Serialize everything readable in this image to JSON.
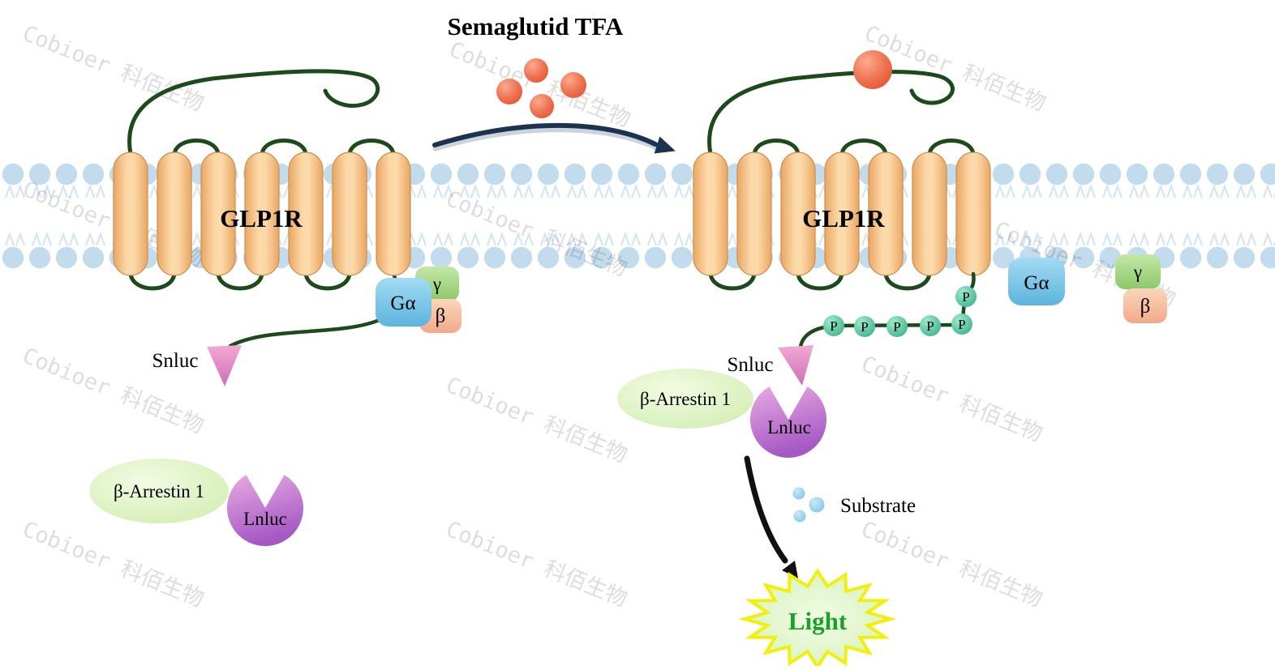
{
  "title": "Semaglutid TFA",
  "watermark": "Cobioer  科佰生物",
  "left": {
    "receptor_label": "GLP1R",
    "g_alpha": "Gα",
    "g_gamma": "γ",
    "g_beta": "β",
    "snluc": "Snluc",
    "arrestin": "β-Arrestin 1",
    "lnluc": "Lnluc"
  },
  "right": {
    "receptor_label": "GLP1R",
    "g_alpha": "Gα",
    "g_gamma": "γ",
    "g_beta": "β",
    "snluc": "Snluc",
    "arrestin": "β-Arrestin 1",
    "lnluc": "Lnluc",
    "phospho": "P"
  },
  "output": {
    "substrate": "Substrate",
    "light": "Light"
  },
  "colors": {
    "helix": "#f5c28a",
    "loop_green": "#1c4a1c",
    "ligand_red": "#e85f3c",
    "membrane_blue": "#c2dcee",
    "g_alpha_blue": "#6fc0e2",
    "g_gamma_green": "#9fd47e",
    "g_beta_salmon": "#f6bd9c",
    "phospho_teal": "#45b890",
    "arrestin_green": "#dcf2bc",
    "lnluc_purple": "#b96fcc",
    "snluc_pink": "#e18cc6",
    "substrate_blue": "#8cc8e8",
    "light_text_green": "#1aa428",
    "star_border_yellow": "#f2f20a",
    "arrow_navy": "#1b3350"
  }
}
